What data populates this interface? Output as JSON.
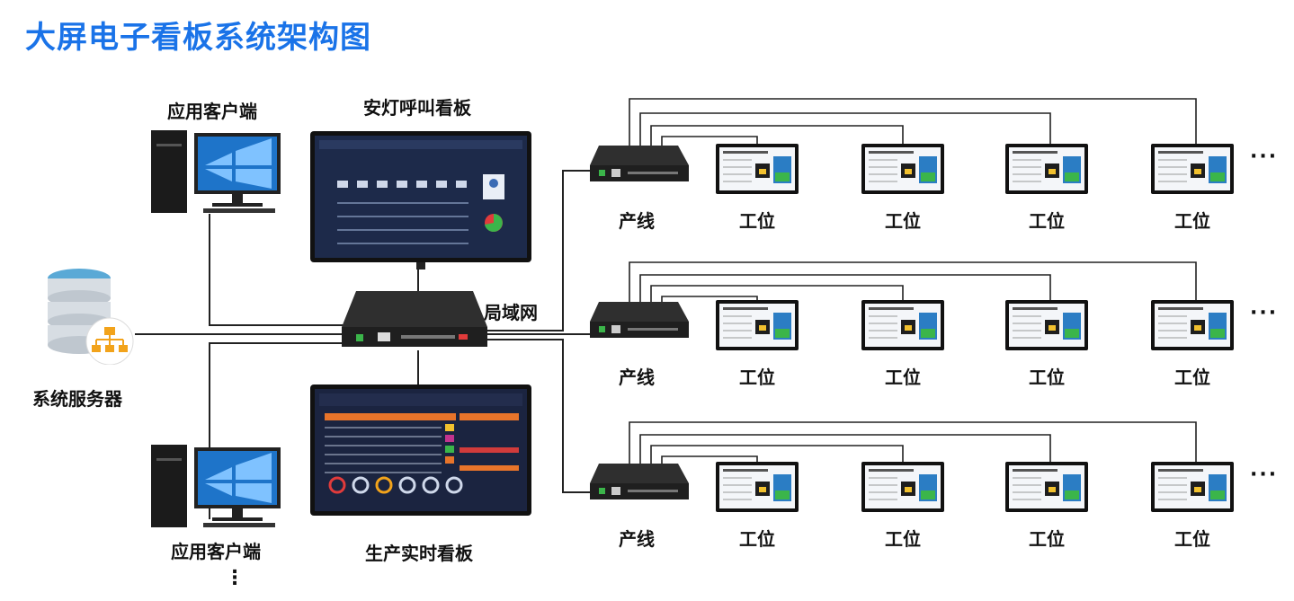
{
  "title": "大屏电子看板系统架构图",
  "labels": {
    "client_top": "应用客户端",
    "client_bottom": "应用客户端",
    "andon_board": "安灯呼叫看板",
    "production_board": "生产实时看板",
    "lan": "局域网",
    "server": "系统服务器"
  },
  "lines": [
    {
      "line_label": "产线",
      "stations": [
        "工位",
        "工位",
        "工位",
        "工位"
      ],
      "more": "···"
    },
    {
      "line_label": "产线",
      "stations": [
        "工位",
        "工位",
        "工位",
        "工位"
      ],
      "more": "···"
    },
    {
      "line_label": "产线",
      "stations": [
        "工位",
        "工位",
        "工位",
        "工位"
      ],
      "more": "···"
    }
  ],
  "more_clients": "⋮",
  "colors": {
    "title": "#1a73e8",
    "board_bg": "#1d2a4a",
    "switch": "#2b2b2b",
    "orange": "#e8742a"
  }
}
